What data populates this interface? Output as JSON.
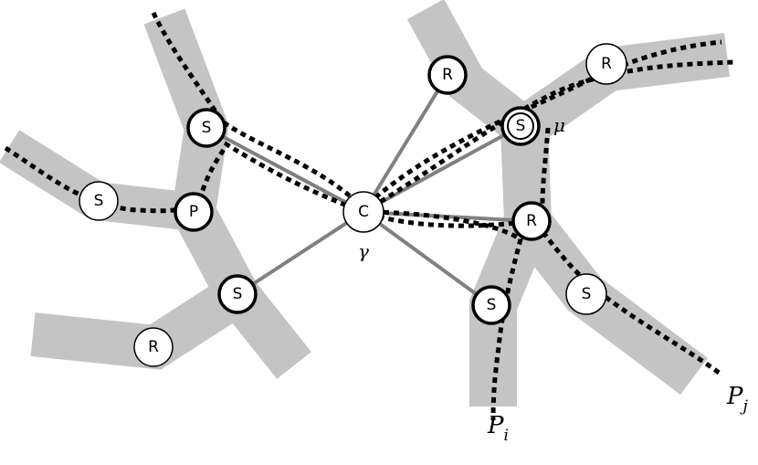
{
  "nodes": {
    "s_top_left": "S",
    "s_far_left": "S",
    "p_left": "P",
    "s_lower_left": "S",
    "r_bottom_left": "R",
    "c_center": "C",
    "r_top_center": "R",
    "r_top_right": "R",
    "s_right_double": "S",
    "r_mid_right": "R",
    "s_lower_center": "S",
    "s_lower_right": "S"
  },
  "labels": {
    "gamma": "γ",
    "mu": "μ",
    "p_i_main": "P",
    "p_i_sub": "i",
    "p_j_main": "P",
    "p_j_sub": "j"
  },
  "colors": {
    "band": "#c4c4c4",
    "edge": "#808080",
    "path": "#000000",
    "node_fill": "#ffffff"
  }
}
